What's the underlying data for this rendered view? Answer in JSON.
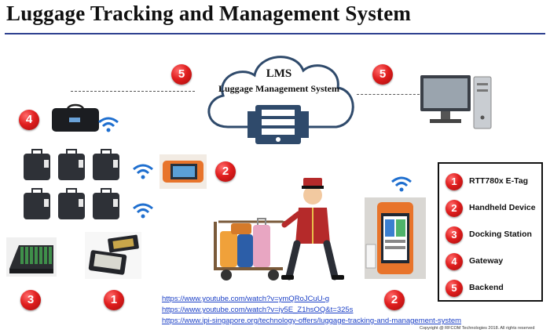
{
  "title": "Luggage Tracking and Management System",
  "cloud": {
    "title": "LMS",
    "subtitle": "Luggage Management System"
  },
  "badges": [
    "5",
    "5",
    "4",
    "2",
    "3",
    "1",
    "2"
  ],
  "legend": [
    {
      "number": "1",
      "label": "RTT780x E-Tag"
    },
    {
      "number": "2",
      "label": "Handheld Device"
    },
    {
      "number": "3",
      "label": "Docking Station"
    },
    {
      "number": "4",
      "label": "Gateway"
    },
    {
      "number": "5",
      "label": "Backend"
    }
  ],
  "links": [
    "https://www.youtube.com/watch?v=ymQRoJCuU-g",
    "https://www.youtube.com/watch?v=iy5E_Z1hsOQ&t=325s",
    "https://www.ipi-singapore.org/technology-offers/luggage-tracking-and-management-system"
  ],
  "copyright": "Copyright @ RFCOM Technologies 2018. All rights reserved",
  "colors": {
    "badge": "#e01e1e",
    "title_rule": "#2d3f8f",
    "link": "#1a3fc6",
    "server": "#2f4a6b"
  }
}
